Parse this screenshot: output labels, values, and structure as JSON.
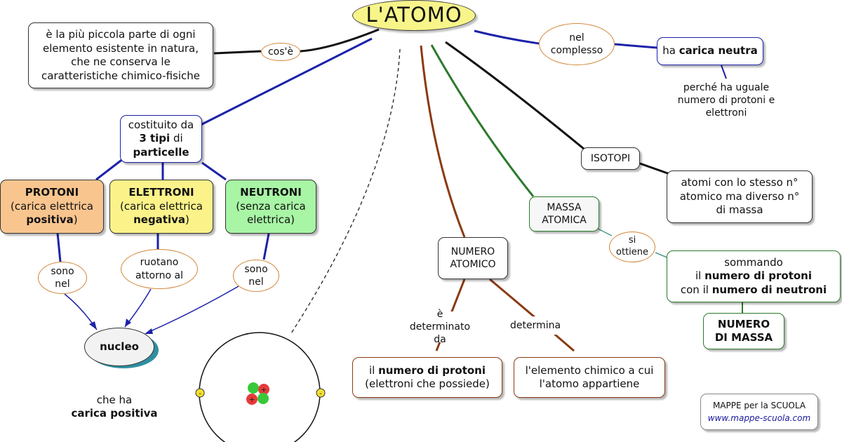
{
  "title": "L'ATOMO",
  "definition": "è la più piccola parte di ogni elemento esistente in natura, che ne conserva le caratteristiche chimico-fisiche",
  "links": {
    "cos_e": "cos'è",
    "nel_complesso": "nel complesso",
    "sono_nel_1": "sono nel",
    "ruotano": "ruotano attorno al",
    "sono_nel_2": "sono nel",
    "e_determinato": "è determinato da",
    "determina": "determina",
    "si_ottiene": "si ottiene"
  },
  "costituito": {
    "line1": "costituito da",
    "line2_bold": "3 tipi",
    "line2_rest": " di",
    "line3_bold": "particelle"
  },
  "protoni": {
    "name": "PROTONI",
    "desc": "(carica elettrica",
    "bold": "positiva",
    "close": ")"
  },
  "elettroni": {
    "name": "ELETTRONI",
    "desc": "(carica elettrica",
    "bold": "negativa",
    "close": ")"
  },
  "neutroni": {
    "name": "NEUTRONI",
    "desc": "(senza carica elettrica)"
  },
  "nucleo": "nucleo",
  "nucleo_note": {
    "line1": "che ha",
    "line2": "carica positiva"
  },
  "carica_neutra": {
    "pre": "ha ",
    "bold": "carica neutra"
  },
  "perche": "perché ha uguale numero di protoni e elettroni",
  "isotopi": "ISOTOPI",
  "isotopi_def": "atomi con lo stesso n° atomico ma diverso n° di massa",
  "massa_atomica": "MASSA ATOMICA",
  "sommando": {
    "line1": "sommando",
    "pre2": "il ",
    "bold2": "numero di protoni",
    "pre3": "con il ",
    "bold3": "numero di neutroni"
  },
  "numero_di_massa": "NUMERO DI MASSA",
  "numero_atomico": "NUMERO ATOMICO",
  "protoni_box": {
    "pre": "il ",
    "bold": "numero di protoni",
    "line2": "(elettroni che possiede)"
  },
  "elemento_box": "l'elemento chimico a cui l'atomo appartiene",
  "atom_model": {
    "electron_sign": "-",
    "proton_sign": "+"
  },
  "credit": {
    "line1": "MAPPE per la SCUOLA",
    "line2": "www.mappe-scuola.com"
  },
  "colors": {
    "blue": "#1c22a8",
    "black": "#111111",
    "green": "#2b7a2b",
    "brown": "#8a3a12",
    "teal": "#4f9a8a",
    "protoni_fill": "#f9c58f",
    "elettroni_fill": "#fbf28a",
    "neutroni_fill": "#a8f5a5",
    "title_fill": "#f7f58a",
    "oval_border": "#d0873a"
  }
}
